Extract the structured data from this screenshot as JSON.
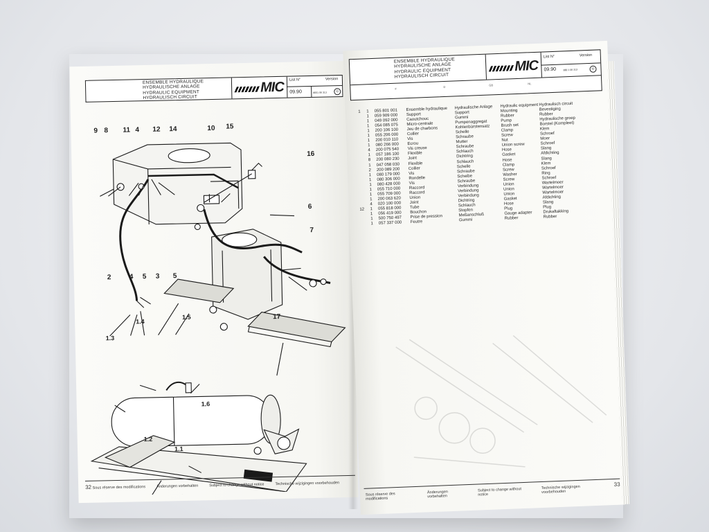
{
  "left_page": {
    "header": {
      "titles": [
        "ENSEMBLE HYDRAULIQUE",
        "HYDRAULISCHE ANLAGE",
        "HYDRAULIC EQUIPMENT",
        "HYDRAULISCH CIRCUIT"
      ],
      "logo": "MIC",
      "list_label": "List N°",
      "version_label": "Version",
      "date": "09.90",
      "code": "8001 06 313"
    },
    "callouts": {
      "c9": "9",
      "c8": "8",
      "c11": "11",
      "c4a": "4",
      "c12": "12",
      "c14": "14",
      "c10": "10",
      "c15": "15",
      "c16": "16",
      "c6": "6",
      "c7": "7",
      "c2": "2",
      "c4b": "4",
      "c5a": "5",
      "c3": "3",
      "c5b": "5",
      "c17": "17",
      "c1_4": "1.4",
      "c1_5": "1.5",
      "c1_3": "1.3",
      "c1_6": "1.6",
      "c1_2": "1.2",
      "c1_1": "1.1"
    },
    "footer": {
      "page_number": "32",
      "notices": [
        "Sous réserve des modifications",
        "Änderungen vorbehalten",
        "Subject to change without notice",
        "Technische wijzigingen voorbehouden"
      ]
    }
  },
  "right_page": {
    "header": {
      "titles": [
        "ENSEMBLE HYDRAULIQUE",
        "HYDRAULISCHE ANLAGE",
        "HYDRAULIC EQUIPMENT",
        "HYDRAULISCH CIRCUIT"
      ],
      "logo": "MIC",
      "list_label": "List N°",
      "version_label": "Version",
      "date": "09.90",
      "code": "880 1 06 313"
    },
    "column_headers": [
      "F",
      "D",
      "GB",
      "NL"
    ],
    "parts": [
      {
        "pos": "1",
        "qty": "1",
        "ref": "055 801 001",
        "fr": "Ensemble hydraulique",
        "de": "Hydraulische Anlage",
        "gb": "Hydraulic equipment",
        "nl": "Hydraulisch circuit"
      },
      {
        "pos": "",
        "qty": "1",
        "ref": "059 909 000",
        "fr": "Support",
        "de": "Support",
        "gb": "Mounting",
        "nl": "Bevestiging"
      },
      {
        "pos": "",
        "qty": "1",
        "ref": "049 092 000",
        "fr": "Caoutchouc",
        "de": "Gummi",
        "gb": "Rubber",
        "nl": "Rubber"
      },
      {
        "pos": "",
        "qty": "1",
        "ref": "054 085 075",
        "fr": "Micro-centrale",
        "de": "Pumpenaggregat",
        "gb": "Pump",
        "nl": "Hydraulische groep"
      },
      {
        "pos": "",
        "qty": "1",
        "ref": "200 106 100",
        "fr": "Jeu de charbons",
        "de": "Kohlenbürstensatz",
        "gb": "Brush set",
        "nl": "Borstel (Kompleet)"
      },
      {
        "pos": "",
        "qty": "1",
        "ref": "055 206 000",
        "fr": "Collier",
        "de": "Schelle",
        "gb": "Clamp",
        "nl": "Klem"
      },
      {
        "pos": "",
        "qty": "1",
        "ref": "200 010 110",
        "fr": "Vis",
        "de": "Schraube",
        "gb": "Screw",
        "nl": "Schroef"
      },
      {
        "pos": "",
        "qty": "1",
        "ref": "080 266 000",
        "fr": "Ecrou",
        "de": "Mutter",
        "gb": "Nut",
        "nl": "Moer"
      },
      {
        "pos": "",
        "qty": "4",
        "ref": "200 075 540",
        "fr": "Vis creuse",
        "de": "Schraube",
        "gb": "Union screw",
        "nl": "Schroef"
      },
      {
        "pos": "",
        "qty": "1",
        "ref": "057 186 100",
        "fr": "Flexible",
        "de": "Schlauch",
        "gb": "Hose",
        "nl": "Slang"
      },
      {
        "pos": "",
        "qty": "8",
        "ref": "200 080 230",
        "fr": "Joint",
        "de": "Dichtring",
        "gb": "Gasket",
        "nl": "Afdichting"
      },
      {
        "pos": "",
        "qty": "1",
        "ref": "047 058 030",
        "fr": "Flexible",
        "de": "Schlauch",
        "gb": "Hose",
        "nl": "Slang"
      },
      {
        "pos": "",
        "qty": "2",
        "ref": "200 089 200",
        "fr": "Collier",
        "de": "Schelle",
        "gb": "Clamp",
        "nl": "Klem"
      },
      {
        "pos": "",
        "qty": "1",
        "ref": "080 179 000",
        "fr": "Vis",
        "de": "Schraube",
        "gb": "Screw",
        "nl": "Schroef"
      },
      {
        "pos": "",
        "qty": "1",
        "ref": "080 306 000",
        "fr": "Rondelle",
        "de": "Scheibe",
        "gb": "Washer",
        "nl": "Ring"
      },
      {
        "pos": "",
        "qty": "1",
        "ref": "080 428 000",
        "fr": "Vis",
        "de": "Schraube",
        "gb": "Screw",
        "nl": "Schroef"
      },
      {
        "pos": "",
        "qty": "1",
        "ref": "055 710 000",
        "fr": "Raccord",
        "de": "Verbindung",
        "gb": "Union",
        "nl": "Wartelmoer"
      },
      {
        "pos": "",
        "qty": "1",
        "ref": "055 709 000",
        "fr": "Raccord",
        "de": "Verbindung",
        "gb": "Union",
        "nl": "Wartelmoer"
      },
      {
        "pos": "",
        "qty": "1",
        "ref": "200 063 620",
        "fr": "Union",
        "de": "Verbindung",
        "gb": "Union",
        "nl": "Wartelmoer"
      },
      {
        "pos": "",
        "qty": "4",
        "ref": "020 100 000",
        "fr": "Joint",
        "de": "Dichtring",
        "gb": "Gasket",
        "nl": "Afdichting"
      },
      {
        "pos": "12",
        "qty": "1",
        "ref": "055 818 000",
        "fr": "Tube",
        "de": "Schlauch",
        "gb": "Hose",
        "nl": "Slang"
      },
      {
        "pos": "",
        "qty": "1",
        "ref": "056 419 000",
        "fr": "Bouchon",
        "de": "Stopfen",
        "gb": "Plug",
        "nl": "Plug"
      },
      {
        "pos": "",
        "qty": "1",
        "ref": "500 750 497",
        "fr": "Prise de pression",
        "de": "Meßanschluß",
        "gb": "Gauge adapter",
        "nl": "Drukaftakking"
      },
      {
        "pos": "",
        "qty": "1",
        "ref": "057 337 000",
        "fr": "Feutre",
        "de": "Gummi",
        "gb": "Rubber",
        "nl": "Rubber"
      }
    ],
    "footer": {
      "page_number": "33",
      "notices": [
        "Sous réserve des modifications",
        "Änderungen vorbehalten",
        "Subject to change without notice",
        "Technische wijzigingen voorbehouden"
      ]
    }
  }
}
